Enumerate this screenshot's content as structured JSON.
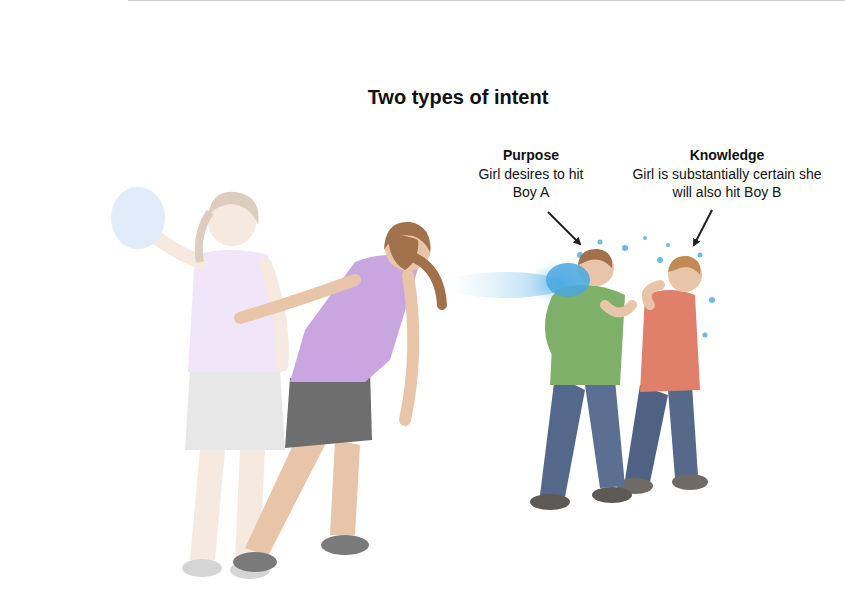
{
  "diagram": {
    "title": "Two types of intent",
    "labels": [
      "Purpose",
      "Girl desires to hit Boy A",
      "Knowledge",
      "Girl is substantially certain she will also hit Boy B"
    ]
  }
}
